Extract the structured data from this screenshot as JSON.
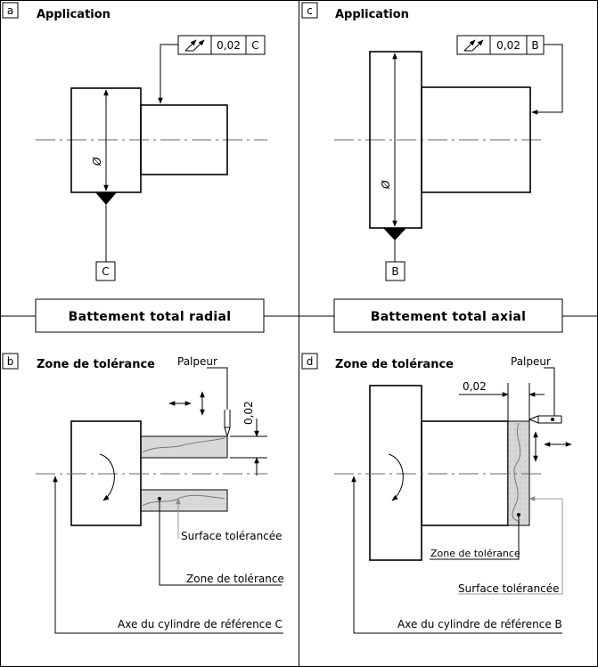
{
  "panels": {
    "a": {
      "letter": "a",
      "title": "Application",
      "fcf_value": "0,02",
      "fcf_datum": "C",
      "datum_letter": "C",
      "diameter_symbol": "Ø"
    },
    "c": {
      "letter": "c",
      "title": "Application",
      "fcf_value": "0,02",
      "fcf_datum": "B",
      "datum_letter": "B",
      "diameter_symbol": "Ø"
    },
    "b": {
      "letter": "b",
      "title": "Zone de tolérance",
      "probe_label": "Palpeur",
      "tol_value": "0,02",
      "surface_label": "Surface tolérancée",
      "zone_label": "Zone de tolérance",
      "axis_label": "Axe du cylindre de référence C"
    },
    "d": {
      "letter": "d",
      "title": "Zone de tolérance",
      "probe_label": "Palpeur",
      "tol_value": "0,02",
      "zone_label": "Zone de tolérance",
      "surface_label": "Surface tolérancée",
      "axis_label": "Axe du cylindre de référence B"
    }
  },
  "headers": {
    "radial": "Battement total radial",
    "axial": "Battement total axial"
  },
  "icons": [
    "total-runout-icon",
    "rotation-arrow-icon",
    "probe-icon",
    "datum-triangle-icon"
  ]
}
